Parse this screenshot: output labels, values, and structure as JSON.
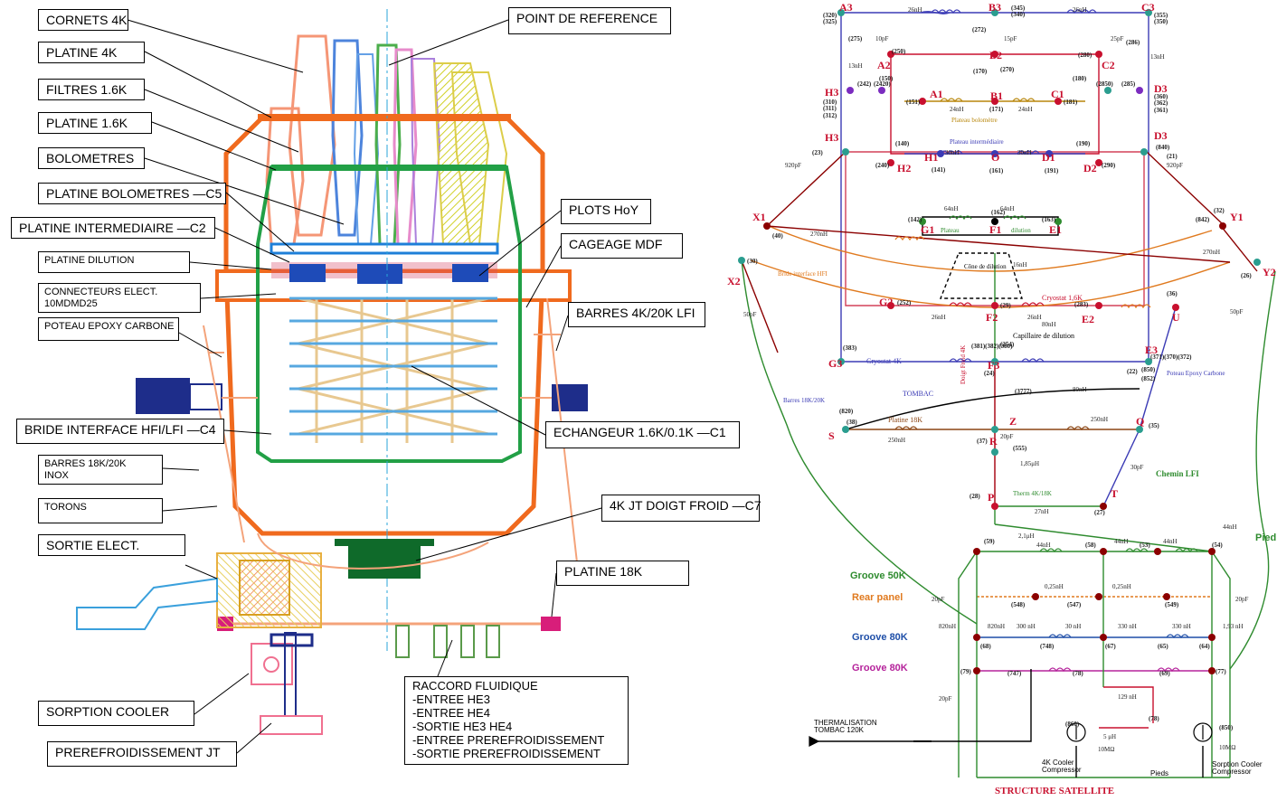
{
  "cryostat": {
    "labels": [
      {
        "key": "cornets",
        "text": "CORNETS 4K"
      },
      {
        "key": "platine4k",
        "text": "PLATINE 4K"
      },
      {
        "key": "filtres",
        "text": "FILTRES 1.6K"
      },
      {
        "key": "platine16",
        "text": "PLATINE 1.6K"
      },
      {
        "key": "bolometres",
        "text": "BOLOMETRES"
      },
      {
        "key": "platinebolo",
        "text": "PLATINE BOLOMETRES —C5"
      },
      {
        "key": "platineinter",
        "text": "PLATINE INTERMEDIAIRE —C2"
      },
      {
        "key": "platinedil",
        "text": "PLATINE DILUTION"
      },
      {
        "key": "connecteurs",
        "text": "CONNECTEURS ELECT.\n10MDMD25"
      },
      {
        "key": "poteau",
        "text": "POTEAU EPOXY CARBONE"
      },
      {
        "key": "bride",
        "text": "BRIDE INTERFACE HFI/LFI —C4"
      },
      {
        "key": "barres18",
        "text": "BARRES 18K/20K\nINOX"
      },
      {
        "key": "torons",
        "text": "TORONS"
      },
      {
        "key": "sortie",
        "text": "SORTIE ELECT."
      },
      {
        "key": "sorption",
        "text": "SORPTION COOLER"
      },
      {
        "key": "prerefjt",
        "text": "PREREFROIDISSEMENT JT"
      },
      {
        "key": "pointref",
        "text": "POINT DE REFERENCE"
      },
      {
        "key": "plots",
        "text": "PLOTS HoY"
      },
      {
        "key": "cageage",
        "text": "CAGEAGE MDF"
      },
      {
        "key": "barres4k",
        "text": "BARRES 4K/20K LFI"
      },
      {
        "key": "echangeur",
        "text": "ECHANGEUR 1.6K/0.1K —C1"
      },
      {
        "key": "doigt",
        "text": "4K JT DOIGT FROID —C7"
      },
      {
        "key": "platine18",
        "text": "PLATINE 18K"
      },
      {
        "key": "raccord",
        "text": "RACCORD FLUIDIQUE\n-ENTREE HE3\n-ENTREE HE4\n-SORTIE HE3 HE4\n-ENTREE PREREFROIDISSEMENT\n-SORTIE PREREFROIDISSEMENT"
      }
    ]
  },
  "schematic": {
    "nodes": [
      {
        "key": "A3",
        "text": "A3",
        "color": "#c8102e"
      },
      {
        "key": "B3",
        "text": "B3",
        "color": "#c8102e"
      },
      {
        "key": "C3",
        "text": "C3",
        "color": "#c8102e"
      },
      {
        "key": "A2",
        "text": "A2",
        "color": "#c8102e"
      },
      {
        "key": "B2",
        "text": "B2",
        "color": "#c8102e"
      },
      {
        "key": "C2",
        "text": "C2",
        "color": "#c8102e"
      },
      {
        "key": "A1",
        "text": "A1",
        "color": "#c8102e"
      },
      {
        "key": "B1",
        "text": "B1",
        "color": "#c8102e"
      },
      {
        "key": "C1",
        "text": "C1",
        "color": "#c8102e"
      },
      {
        "key": "H3a",
        "text": "H3",
        "color": "#c8102e"
      },
      {
        "key": "D3a",
        "text": "D3",
        "color": "#c8102e"
      },
      {
        "key": "H3b",
        "text": "H3",
        "color": "#c8102e"
      },
      {
        "key": "D3b",
        "text": "D3",
        "color": "#c8102e"
      },
      {
        "key": "H1",
        "text": "H1",
        "color": "#c8102e"
      },
      {
        "key": "O",
        "text": "O",
        "color": "#c8102e"
      },
      {
        "key": "D1",
        "text": "D1",
        "color": "#c8102e"
      },
      {
        "key": "H2",
        "text": "H2",
        "color": "#c8102e"
      },
      {
        "key": "D2",
        "text": "D2",
        "color": "#c8102e"
      },
      {
        "key": "G1",
        "text": "G1",
        "color": "#c8102e"
      },
      {
        "key": "F1",
        "text": "F1",
        "color": "#c8102e"
      },
      {
        "key": "E1",
        "text": "E1",
        "color": "#c8102e"
      },
      {
        "key": "X1",
        "text": "X1",
        "color": "#c8102e"
      },
      {
        "key": "Y1",
        "text": "Y1",
        "color": "#c8102e"
      },
      {
        "key": "X2",
        "text": "X2",
        "color": "#c8102e"
      },
      {
        "key": "Y2",
        "text": "Y2",
        "color": "#c8102e"
      },
      {
        "key": "G2",
        "text": "G2",
        "color": "#c8102e"
      },
      {
        "key": "F2",
        "text": "F2",
        "color": "#c8102e"
      },
      {
        "key": "E2",
        "text": "E2",
        "color": "#c8102e"
      },
      {
        "key": "U",
        "text": "U",
        "color": "#c8102e"
      },
      {
        "key": "G3",
        "text": "G3",
        "color": "#c8102e"
      },
      {
        "key": "F3",
        "text": "F3",
        "color": "#c8102e"
      },
      {
        "key": "E3",
        "text": "E3",
        "color": "#c8102e"
      },
      {
        "key": "S",
        "text": "S",
        "color": "#c8102e"
      },
      {
        "key": "Z",
        "text": "Z",
        "color": "#c8102e"
      },
      {
        "key": "Q",
        "text": "Q",
        "color": "#c8102e"
      },
      {
        "key": "R",
        "text": "R",
        "color": "#c8102e"
      },
      {
        "key": "T",
        "text": "T",
        "color": "#c8102e"
      },
      {
        "key": "P",
        "text": "P",
        "color": "#c8102e"
      }
    ],
    "texts": [
      {
        "key": "platbolo",
        "text": "Plateau bolomètre",
        "color": "#b8860b"
      },
      {
        "key": "platinter",
        "text": "Plateau intermédiaire",
        "color": "#3b3bb5"
      },
      {
        "key": "plateau",
        "text": "Plateau",
        "color": "#2e8b2e"
      },
      {
        "key": "dilution",
        "text": "dilution",
        "color": "#2e8b2e"
      },
      {
        "key": "cone",
        "text": "Cône de dilution",
        "color": "#000000"
      },
      {
        "key": "cryo16",
        "text": "Cryostat 1,6K",
        "color": "#c8102e"
      },
      {
        "key": "capil",
        "text": "Capillaire de dilution",
        "color": "#000000"
      },
      {
        "key": "cryo4",
        "text": "Cryostat 4K",
        "color": "#3b3bb5"
      },
      {
        "key": "tombac",
        "text": "TOMBAC",
        "color": "#3b3bb5"
      },
      {
        "key": "platine18k",
        "text": "Platine 18K",
        "color": "#8b4513"
      },
      {
        "key": "doigt4k",
        "text": "Doigt Froid 4K",
        "color": "#c8102e"
      },
      {
        "key": "groove50",
        "text": "Groove 50K",
        "color": "#2e8b2e"
      },
      {
        "key": "rearpanel",
        "text": "Rear panel",
        "color": "#e07a1f"
      },
      {
        "key": "groove80a",
        "text": "Groove 80K",
        "color": "#1f4fa8"
      },
      {
        "key": "groove80b",
        "text": "Groove 80K",
        "color": "#b5239b"
      },
      {
        "key": "pied",
        "text": "Pied",
        "color": "#2e8b2e"
      },
      {
        "key": "therm",
        "text": "THERMALISATION\nTOMBAC 120K",
        "color": "#000000"
      },
      {
        "key": "cooler4k",
        "text": "4K Cooler\nCompressor",
        "color": "#000000"
      },
      {
        "key": "sorpcomp",
        "text": "Sorption Cooler\nCompressor",
        "color": "#000000"
      },
      {
        "key": "pieds",
        "text": "Pieds",
        "color": "#000000"
      },
      {
        "key": "structure",
        "text": "STRUCTURE SATELLITE",
        "color": "#c8102e"
      },
      {
        "key": "chemin",
        "text": "Chemin LFI",
        "color": "#2e8b2e"
      },
      {
        "key": "therm4k",
        "text": "Therm 4K/18K",
        "color": "#2e8b2e"
      },
      {
        "key": "bride1",
        "text": "Bride interface HFI",
        "color": "#e07a1f"
      },
      {
        "key": "poteaucarb",
        "text": "Poteau Epoxy Carbone",
        "color": "#3b3bb5"
      },
      {
        "key": "barres",
        "text": "Barres 18K/20K",
        "color": "#3b3bb5"
      }
    ],
    "values": [
      {
        "key": "v1",
        "text": "26nH"
      },
      {
        "key": "v2",
        "text": "26nH"
      },
      {
        "key": "v3",
        "text": "10pF"
      },
      {
        "key": "v4",
        "text": "15pF"
      },
      {
        "key": "v5",
        "text": "25pF"
      },
      {
        "key": "v6",
        "text": "13nH"
      },
      {
        "key": "v7",
        "text": "13nH"
      },
      {
        "key": "v8",
        "text": "24nH"
      },
      {
        "key": "v9",
        "text": "24nH"
      },
      {
        "key": "v10",
        "text": "30nH"
      },
      {
        "key": "v11",
        "text": "30nH"
      },
      {
        "key": "v12",
        "text": "920pF"
      },
      {
        "key": "v13",
        "text": "920pF"
      },
      {
        "key": "v14",
        "text": "270nH"
      },
      {
        "key": "v15",
        "text": "270nH"
      },
      {
        "key": "v16",
        "text": "64nH"
      },
      {
        "key": "v17",
        "text": "64nH"
      },
      {
        "key": "v18",
        "text": "16nH"
      },
      {
        "key": "v19",
        "text": "26nH"
      },
      {
        "key": "v20",
        "text": "26nH"
      },
      {
        "key": "v21",
        "text": "80nH"
      },
      {
        "key": "v22",
        "text": "50pF"
      },
      {
        "key": "v23",
        "text": "50pF"
      },
      {
        "key": "v24",
        "text": "80nH"
      },
      {
        "key": "v25",
        "text": "250nH"
      },
      {
        "key": "v26",
        "text": "250nH"
      },
      {
        "key": "v27",
        "text": "20pF"
      },
      {
        "key": "v28",
        "text": "1,85μH"
      },
      {
        "key": "v29",
        "text": "30pF"
      },
      {
        "key": "v30",
        "text": "27nH"
      },
      {
        "key": "v31",
        "text": "44nH"
      },
      {
        "key": "v32",
        "text": "44nH"
      },
      {
        "key": "v33",
        "text": "44nH"
      },
      {
        "key": "v34",
        "text": "0,25nH"
      },
      {
        "key": "v35",
        "text": "0,25nH"
      },
      {
        "key": "v36",
        "text": "300 nH"
      },
      {
        "key": "v37",
        "text": "30 nH"
      },
      {
        "key": "v38",
        "text": "330 nH"
      },
      {
        "key": "v39",
        "text": "330 nH"
      },
      {
        "key": "v40",
        "text": "129 nH"
      },
      {
        "key": "v41",
        "text": "5 μH"
      },
      {
        "key": "v42",
        "text": "10MΩ"
      },
      {
        "key": "v43",
        "text": "10MΩ"
      },
      {
        "key": "v44",
        "text": "820nH"
      },
      {
        "key": "v45",
        "text": "820nH"
      },
      {
        "key": "v46",
        "text": "1,93 nH"
      },
      {
        "key": "v47",
        "text": "2,1μH"
      },
      {
        "key": "v48",
        "text": "44nH"
      },
      {
        "key": "v49",
        "text": "20pF"
      },
      {
        "key": "v50",
        "text": "20pF"
      },
      {
        "key": "v51",
        "text": "20pF"
      }
    ],
    "ids": [
      {
        "key": "i1",
        "text": "(320)\n(325)"
      },
      {
        "key": "i2",
        "text": "(345)\n(340)"
      },
      {
        "key": "i3",
        "text": "(355)\n(350)"
      },
      {
        "key": "i4",
        "text": "(275)"
      },
      {
        "key": "i5",
        "text": "(272)"
      },
      {
        "key": "i6",
        "text": "(286)"
      },
      {
        "key": "i7",
        "text": "(250)"
      },
      {
        "key": "i8",
        "text": "(270)"
      },
      {
        "key": "i9",
        "text": "(280)"
      },
      {
        "key": "i10",
        "text": "(150)"
      },
      {
        "key": "i11",
        "text": "(170)"
      },
      {
        "key": "i12",
        "text": "(180)"
      },
      {
        "key": "i13",
        "text": "(242)"
      },
      {
        "key": "i14",
        "text": "(2420)"
      },
      {
        "key": "i15",
        "text": "(2850)"
      },
      {
        "key": "i16",
        "text": "(285)"
      },
      {
        "key": "i17",
        "text": "(310)\n(311)\n(312)"
      },
      {
        "key": "i18",
        "text": "(360)\n(362)\n(361)"
      },
      {
        "key": "i19",
        "text": "(151)"
      },
      {
        "key": "i20",
        "text": "(171)"
      },
      {
        "key": "i21",
        "text": "(181)"
      },
      {
        "key": "i22",
        "text": "(140)"
      },
      {
        "key": "i23",
        "text": "(190)"
      },
      {
        "key": "i24",
        "text": "(240)"
      },
      {
        "key": "i25",
        "text": "(290)"
      },
      {
        "key": "i26",
        "text": "(23)"
      },
      {
        "key": "i27",
        "text": "(21)"
      },
      {
        "key": "i28",
        "text": "(840)"
      },
      {
        "key": "i29",
        "text": "(141)"
      },
      {
        "key": "i30",
        "text": "(161)"
      },
      {
        "key": "i31",
        "text": "(191)"
      },
      {
        "key": "i32",
        "text": "(142)"
      },
      {
        "key": "i33",
        "text": "(162)"
      },
      {
        "key": "i34",
        "text": "(163)"
      },
      {
        "key": "i35",
        "text": "(40)"
      },
      {
        "key": "i36",
        "text": "(842)"
      },
      {
        "key": "i37",
        "text": "(32)"
      },
      {
        "key": "i38",
        "text": "(30)"
      },
      {
        "key": "i39",
        "text": "(26)"
      },
      {
        "key": "i40",
        "text": "(252)"
      },
      {
        "key": "i41",
        "text": "(29)"
      },
      {
        "key": "i42",
        "text": "(283)"
      },
      {
        "key": "i43",
        "text": "(36)"
      },
      {
        "key": "i44",
        "text": "(254)"
      },
      {
        "key": "i45",
        "text": "(383)"
      },
      {
        "key": "i46",
        "text": "(381)(382)(380)"
      },
      {
        "key": "i47",
        "text": "(371)(370)(372)"
      },
      {
        "key": "i48",
        "text": "(24)"
      },
      {
        "key": "i49",
        "text": "(22)"
      },
      {
        "key": "i50",
        "text": "(850)"
      },
      {
        "key": "i51",
        "text": "(852)"
      },
      {
        "key": "i52",
        "text": "(3777)"
      },
      {
        "key": "i53",
        "text": "(820)"
      },
      {
        "key": "i54",
        "text": "(38)"
      },
      {
        "key": "i55",
        "text": "(35)"
      },
      {
        "key": "i56",
        "text": "(37)"
      },
      {
        "key": "i57",
        "text": "(555)"
      },
      {
        "key": "i58",
        "text": "(28)"
      },
      {
        "key": "i59",
        "text": "(27)"
      },
      {
        "key": "i60",
        "text": "(59)"
      },
      {
        "key": "i61",
        "text": "(58)"
      },
      {
        "key": "i62",
        "text": "(53)"
      },
      {
        "key": "i63",
        "text": "(54)"
      },
      {
        "key": "i64",
        "text": "(548)"
      },
      {
        "key": "i65",
        "text": "(547)"
      },
      {
        "key": "i66",
        "text": "(549)"
      },
      {
        "key": "i67",
        "text": "(68)"
      },
      {
        "key": "i68",
        "text": "(748)"
      },
      {
        "key": "i69",
        "text": "(67)"
      },
      {
        "key": "i70",
        "text": "(65)"
      },
      {
        "key": "i71",
        "text": "(64)"
      },
      {
        "key": "i72",
        "text": "(79)"
      },
      {
        "key": "i73",
        "text": "(747)"
      },
      {
        "key": "i74",
        "text": "(78)"
      },
      {
        "key": "i75",
        "text": "(69)"
      },
      {
        "key": "i76",
        "text": "(77)"
      },
      {
        "key": "i77",
        "text": "(860)"
      },
      {
        "key": "i78",
        "text": "(78)"
      },
      {
        "key": "i79",
        "text": "(850)"
      }
    ]
  }
}
